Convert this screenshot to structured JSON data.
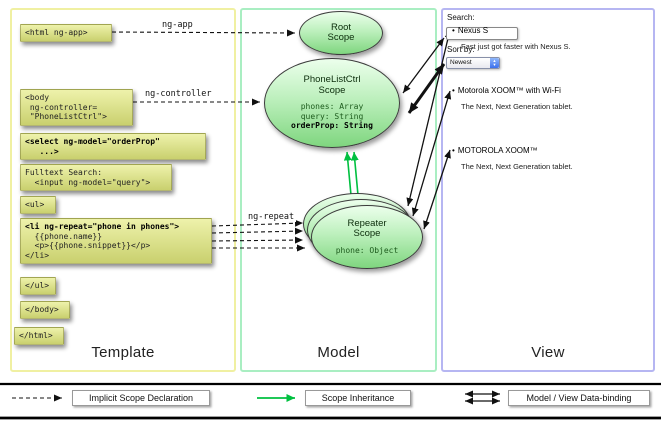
{
  "colors": {
    "template_border": "#f0f0a2",
    "model_border": "#a9eec2",
    "view_border": "#b6b6f2",
    "code_box_top": "#eef2ab",
    "code_box_bottom": "#c9d06e",
    "scope_fill_top": "#ecffec",
    "scope_fill_bottom": "#7fd67f",
    "inheritance_arrow": "#00c040",
    "arrow_black": "#111111"
  },
  "template": {
    "title": "Template",
    "code": {
      "html_open": "<html ng-app>",
      "body_open": "<body\n ng-controller=\n \"PhoneListCtrl\">",
      "select_bold": "<select ng-model=\"orderProp\"\n   ...>",
      "fulltext": "Fulltext Search:\n  <input ng-model=\"query\">",
      "ul_open": "<ul>",
      "li_line1": "<li ng-repeat=\"phone in phones\">",
      "li_rest": "\n  {{phone.name}}\n  <p>{{phone.snippet}}</p>\n</li>",
      "ul_close": "</ul>",
      "body_close": "</body>",
      "html_close": "</html>"
    }
  },
  "arrows": {
    "ng_app": "ng-app",
    "ng_controller": "ng-controller",
    "ng_repeat": "ng-repeat"
  },
  "model": {
    "title": "Model",
    "root_scope_title": "Root\nScope",
    "phonelist_title": "PhoneListCtrl\nScope",
    "phonelist_props": "phones: Array\nquery: String",
    "phonelist_prop_bold": "orderProp: String",
    "repeater_title": "Repeater\nScope",
    "repeater_prop": "phone: Object"
  },
  "view": {
    "title": "View",
    "search_label": "Search:",
    "sort_label": "Sort by:",
    "sort_value": "Newest",
    "items": [
      {
        "name": "Nexus S",
        "snippet": "Fast just got faster with Nexus S."
      },
      {
        "name": "Motorola XOOM™ with Wi-Fi",
        "snippet": "The Next, Next Generation tablet."
      },
      {
        "name": "MOTOROLA XOOM™",
        "snippet": "The Next, Next Generation tablet."
      }
    ]
  },
  "legend": {
    "implicit": "Implicit Scope Declaration",
    "inheritance": "Scope Inheritance",
    "binding": "Model / View Data-binding"
  },
  "icons": {
    "bullet": "•",
    "stepper_up": "▲",
    "stepper_down": "▼"
  }
}
